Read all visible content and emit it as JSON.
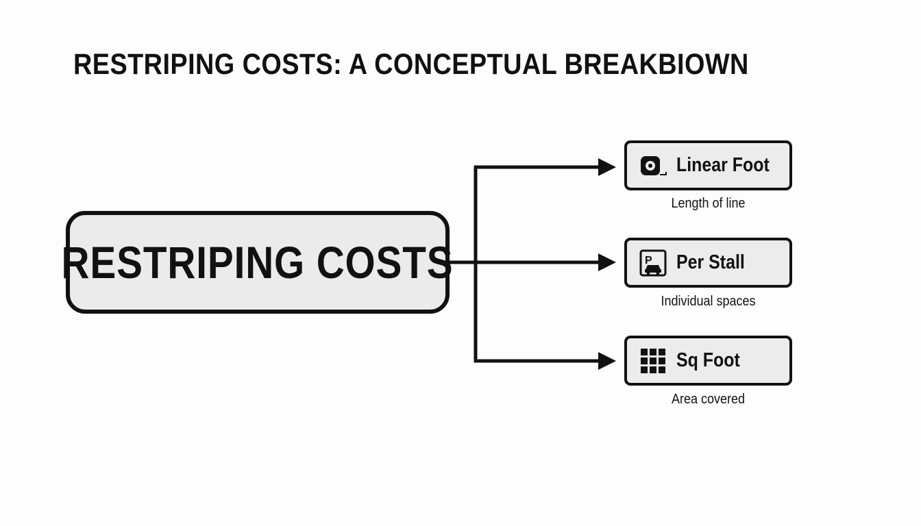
{
  "title": "RESTRIPING COSTS: A CONCEPTUAL BREAKBIOWN",
  "main_node": {
    "label": "RESTRIPING COSTS"
  },
  "branches": [
    {
      "label": "Linear Foot",
      "caption": "Length of line",
      "icon": "tape-measure-icon"
    },
    {
      "label": "Per Stall",
      "caption": "Individual spaces",
      "icon": "parking-stall-icon"
    },
    {
      "label": "Sq Foot",
      "caption": "Area covered",
      "icon": "grid-icon"
    }
  ],
  "colors": {
    "ink": "#111111",
    "box_fill": "#ebebeb",
    "background": "#fdfdfd"
  }
}
